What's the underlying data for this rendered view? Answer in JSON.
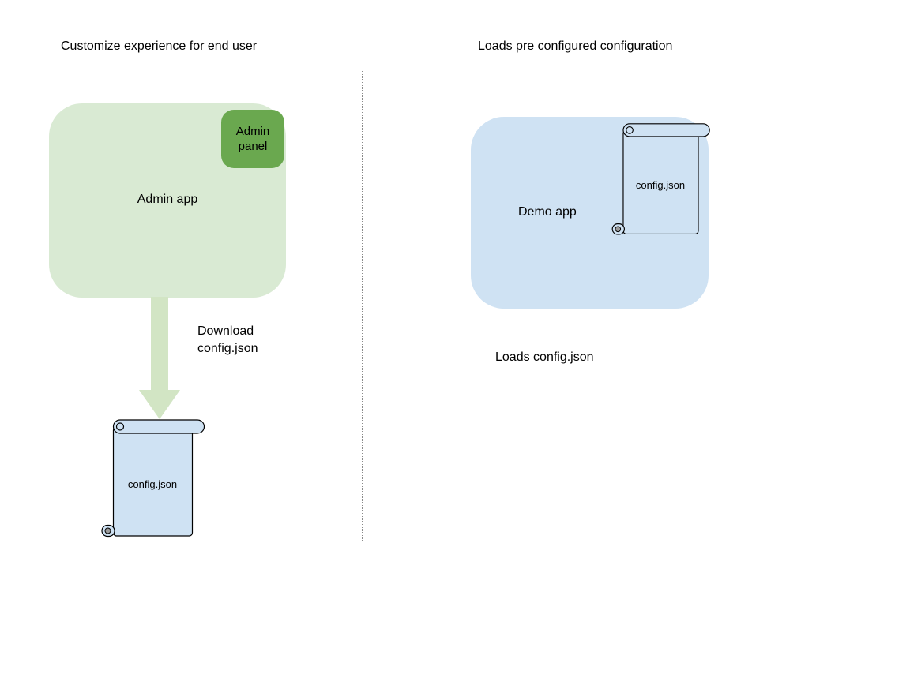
{
  "colors": {
    "light_green": "#d9ead3",
    "dark_green": "#6aa84f",
    "light_blue": "#cfe2f3",
    "arrow_green": "#d2e5c4"
  },
  "left_panel": {
    "title": "Customize experience for end user",
    "admin_app_label": "Admin app",
    "admin_panel_label": "Admin panel",
    "download_label": "Download config.json",
    "config_file_label": "config.json"
  },
  "right_panel": {
    "title": "Loads pre configured configuration",
    "demo_app_label": "Demo app",
    "config_file_label": "config.json",
    "caption": "Loads config.json"
  }
}
